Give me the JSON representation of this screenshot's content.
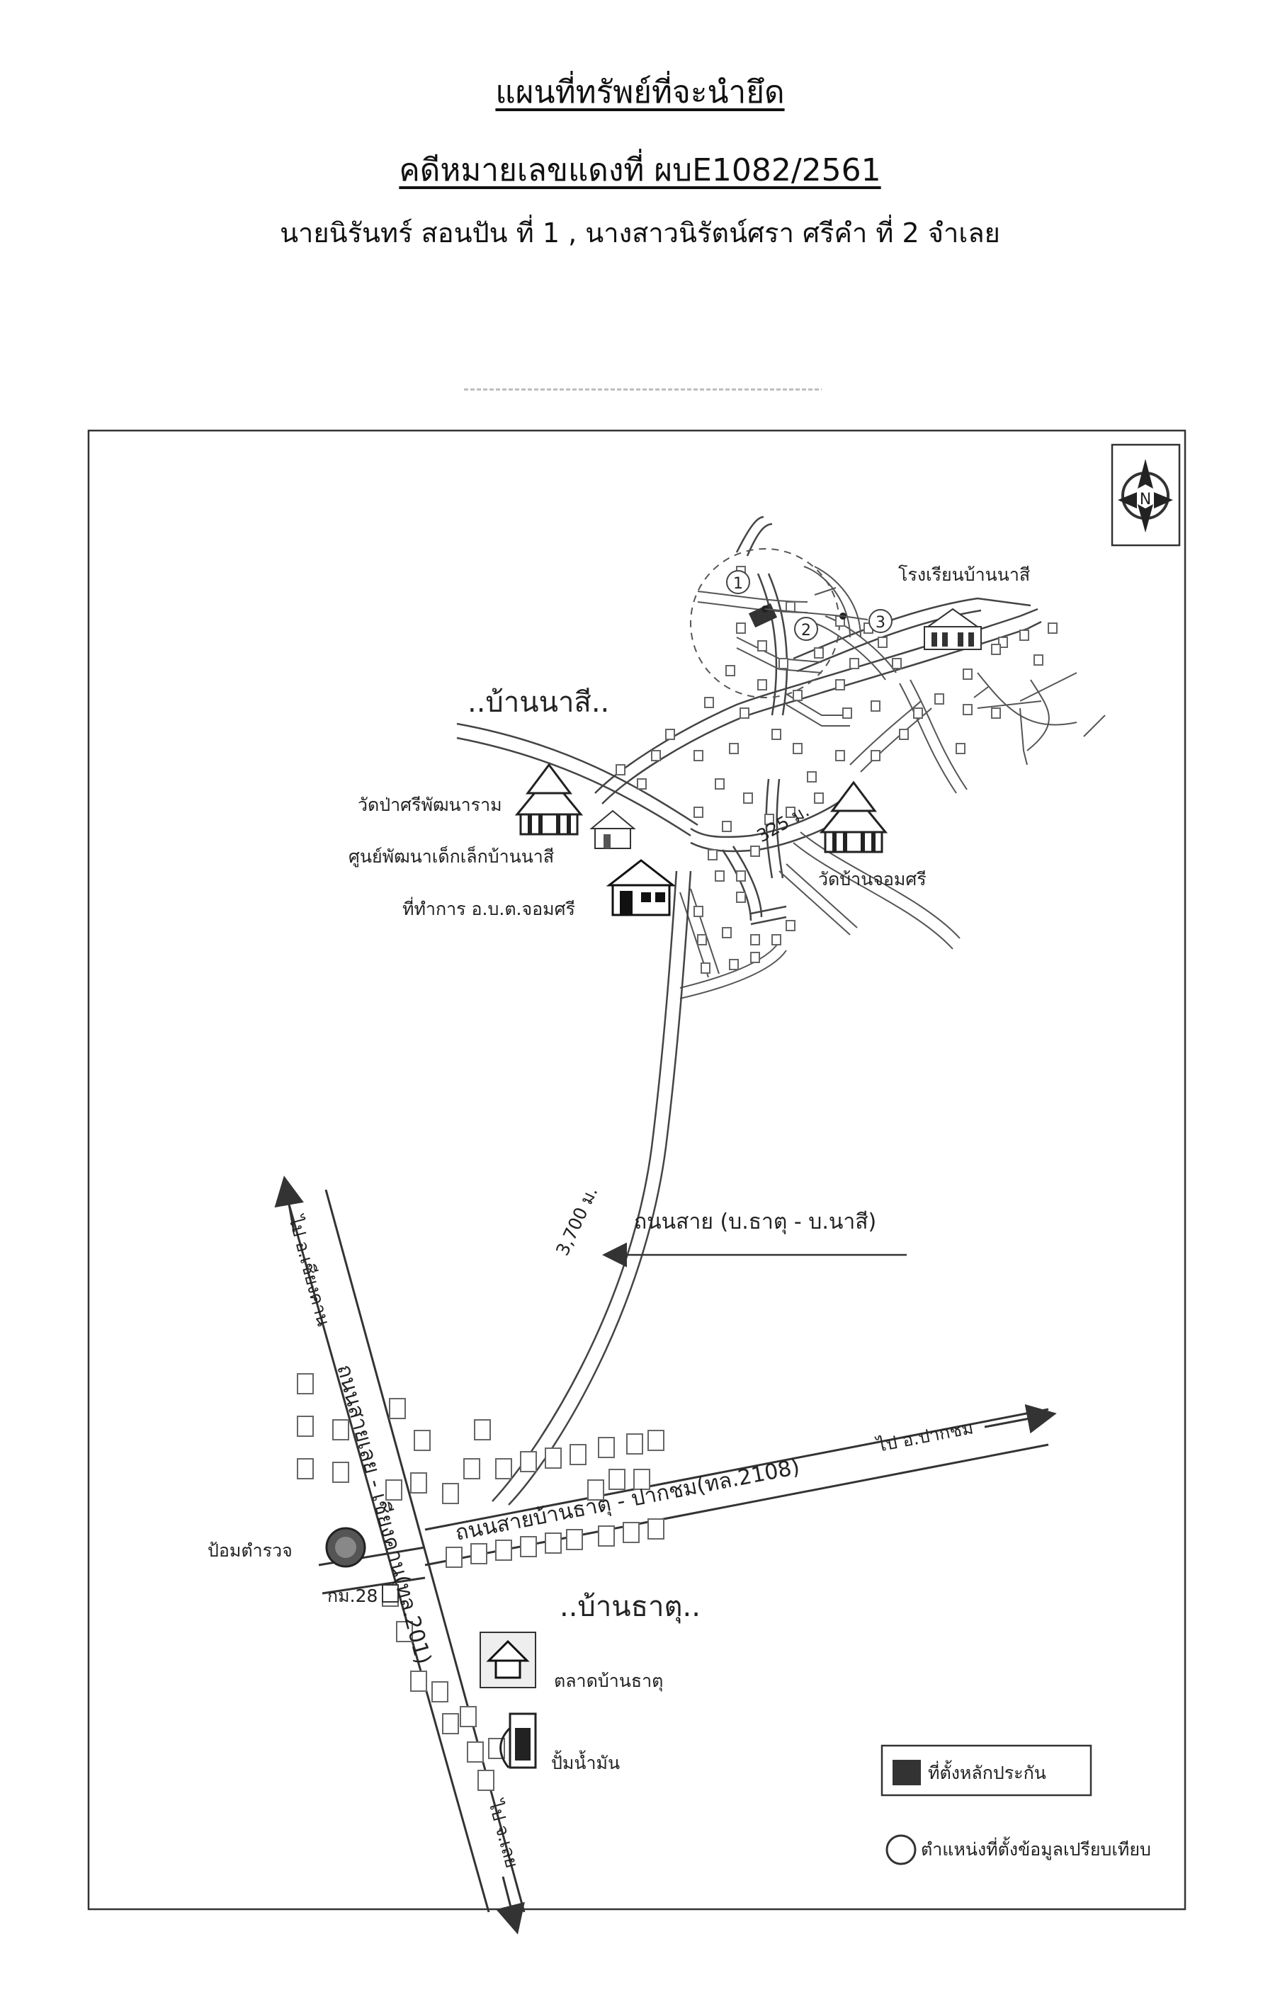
{
  "header": {
    "title": "แผนที่ทรัพย์ที่จะนำยึด",
    "case_number": "คดีหมายเลขแดงที่ ผบE1082/2561",
    "parties": "นายนิรันทร์  สอนปัน ที่ 1 , นางสาวนิรัตน์ศรา ศรีคำ  ที่ 2  จำเลย"
  },
  "map": {
    "compass": {
      "label": "N",
      "icon": "compass-rose-icon"
    },
    "villages": {
      "ban_na_si": "..บ้านนาสี..",
      "ban_that": "..บ้านธาตุ.."
    },
    "landmarks": {
      "school": "โรงเรียนบ้านนาสี",
      "wat_pa": "วัดป่าศรีพัฒนาราม",
      "child_center": "ศูนย์พัฒนาเด็กเล็กบ้านนาสี",
      "sao_office": "ที่ทำการ อ.บ.ต.จอมศรี",
      "wat_chomsri": "วัดบ้านจอมศรี",
      "police": "ป้อมตำรวจ",
      "market": "ตลาดบ้านธาตุ",
      "gas_station": "ปั้มน้ำมัน"
    },
    "markers": [
      "1",
      "2",
      "3"
    ],
    "distances": {
      "short": "325 ม.",
      "long": "3,700 ม."
    },
    "roads": {
      "road_that_nasi": "ถนนสาย (บ.ธาตุ - บ.นาสี)",
      "road_that_pakchom": "ถนนสายบ้านธาตุ - ปากชม(ทล.2108)",
      "to_pakchom": "ไป อ.ปากชม",
      "road_loei_chiangkhan": "ถนนสายเลย - เชียงคาน(ทล.201)",
      "to_chiangkhan": "ไป อ.เชียงคาน",
      "to_loei": "ไป จ.เลย",
      "km_marker": "กม.28"
    },
    "legend": {
      "collateral": "ที่ตั้งหลักประกัน",
      "comparison": "ตำแหน่งที่ตั้งข้อมูลเปรียบเทียบ"
    }
  }
}
